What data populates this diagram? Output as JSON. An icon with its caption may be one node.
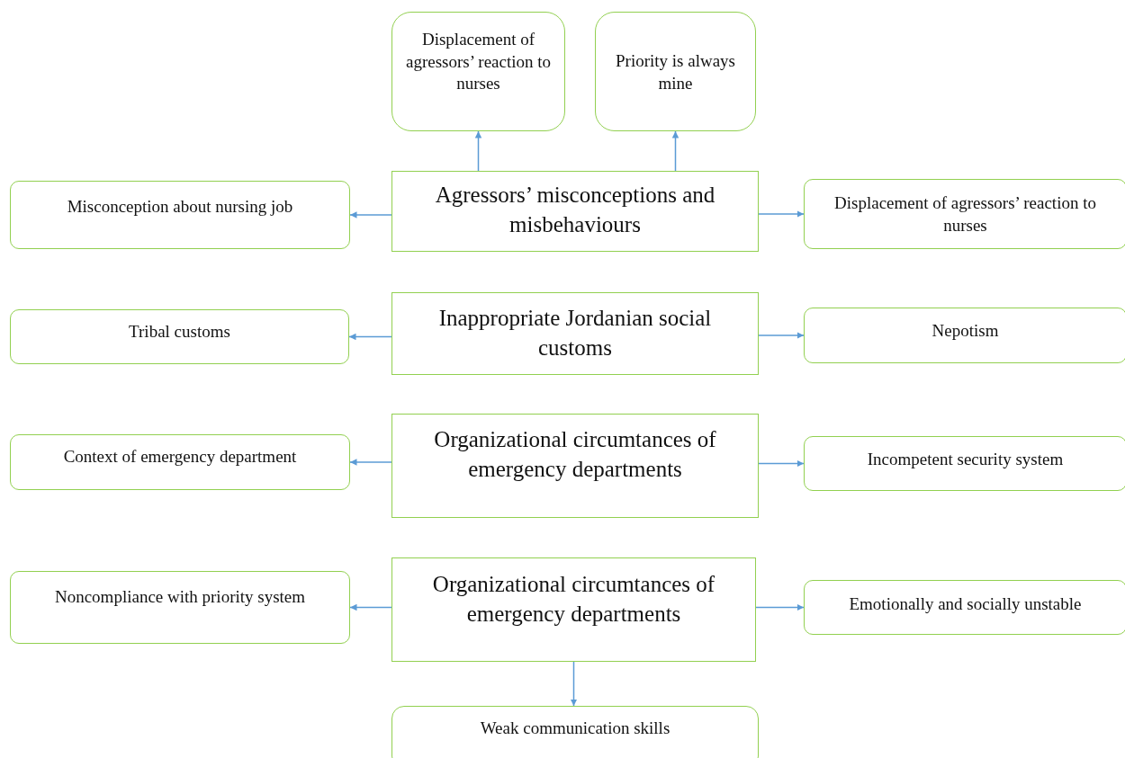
{
  "diagram": {
    "nodes": [
      {
        "text": [
          "Displacement of agressors’ reaction to nurses"
        ]
      },
      {
        "text": [
          "Priority is always mine"
        ]
      },
      {
        "text": [
          "Misconception about nursing job"
        ]
      },
      {
        "text": [
          "Agressors’ misconceptions and misbehaviours"
        ]
      },
      {
        "text": [
          "Displacement of agressors’ reaction to nurses"
        ]
      },
      {
        "text": [
          "Tribal customs"
        ]
      },
      {
        "text": [
          "Inappropriate Jordanian social customs"
        ]
      },
      {
        "text": [
          "Nepotism"
        ]
      },
      {
        "text": [
          "Context of emergency department"
        ]
      },
      {
        "text": [
          "Organizational circumtances of emergency departments"
        ]
      },
      {
        "text": [
          "Incompetent security system"
        ]
      },
      {
        "text": [
          "Noncompliance with priority system"
        ]
      },
      {
        "text": [
          "Organizational circumtances of emergency departments"
        ]
      },
      {
        "text": [
          "Emotionally and socially unstable"
        ]
      },
      {
        "text": [
          "Weak communication skills"
        ]
      }
    ],
    "edges": [
      {
        "from": 3,
        "to": 0,
        "arrow": "to"
      },
      {
        "from": 3,
        "to": 1,
        "arrow": "to"
      },
      {
        "from": 3,
        "to": 2,
        "arrow": "to"
      },
      {
        "from": 3,
        "to": 4,
        "arrow": "to"
      },
      {
        "from": 6,
        "to": 5,
        "arrow": "to"
      },
      {
        "from": 6,
        "to": 7,
        "arrow": "to"
      },
      {
        "from": 9,
        "to": 8,
        "arrow": "to"
      },
      {
        "from": 9,
        "to": 10,
        "arrow": "to"
      },
      {
        "from": 12,
        "to": 11,
        "arrow": "to"
      },
      {
        "from": 12,
        "to": 13,
        "arrow": "to"
      },
      {
        "from": 12,
        "to": 14,
        "arrow": "to"
      }
    ]
  }
}
